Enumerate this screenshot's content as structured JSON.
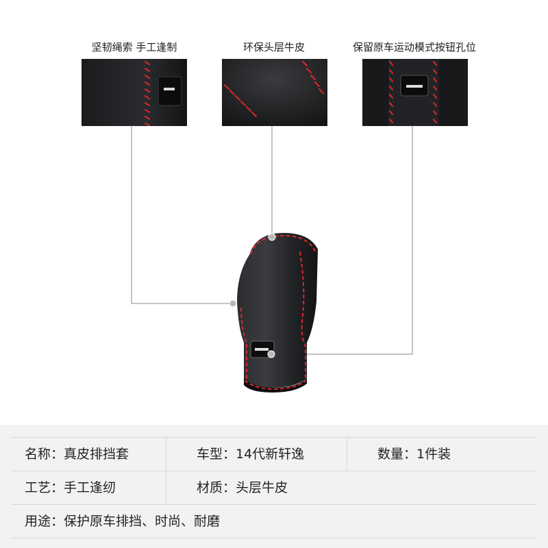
{
  "features": [
    {
      "label": "坚韧绳索  手工逢制",
      "icon": "stitch-detail-photo"
    },
    {
      "label": "环保头层牛皮",
      "icon": "leather-texture-photo"
    },
    {
      "label": "保留原车运动模式按钮孔位",
      "icon": "button-hole-photo"
    }
  ],
  "specs": {
    "name": "名称：真皮排挡套",
    "model": "车型：14代新轩逸",
    "quantity": "数量：1件装",
    "craft": "工艺：手工逢纫",
    "material": "材质：头层牛皮",
    "usage": "用途：保护原车排挡、时尚、耐磨"
  },
  "colors": {
    "leather": "#1c1c1e",
    "stitch": "#e0262b",
    "spec_background": "#f2f2f2",
    "connector_line": "#888888"
  }
}
